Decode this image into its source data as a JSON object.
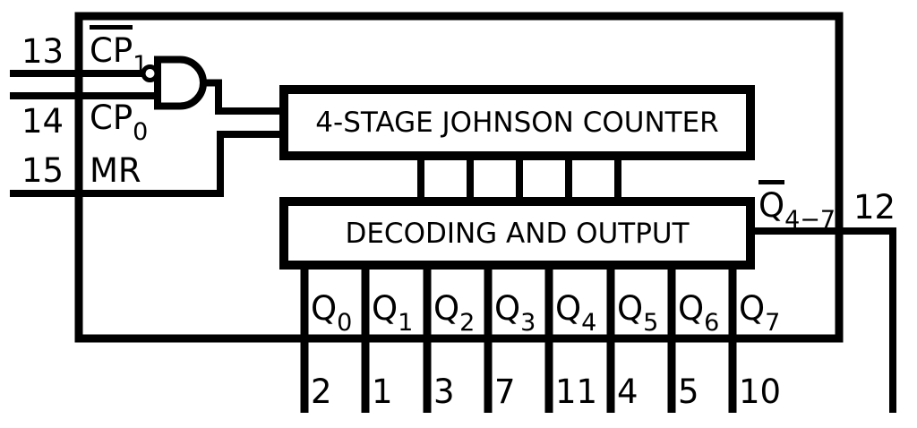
{
  "left_pins": [
    {
      "number": "13",
      "label_base": "CP",
      "label_sub": "1",
      "overline": true
    },
    {
      "number": "14",
      "label_base": "CP",
      "label_sub": "0",
      "overline": false
    },
    {
      "number": "15",
      "label_base": "MR",
      "label_sub": "",
      "overline": false
    }
  ],
  "blocks": {
    "counter_label": "4-STAGE JOHNSON COUNTER",
    "decoder_label": "DECODING AND OUTPUT"
  },
  "outputs": [
    {
      "base": "Q",
      "sub": "0",
      "pin": "2"
    },
    {
      "base": "Q",
      "sub": "1",
      "pin": "1"
    },
    {
      "base": "Q",
      "sub": "2",
      "pin": "3"
    },
    {
      "base": "Q",
      "sub": "3",
      "pin": "7"
    },
    {
      "base": "Q",
      "sub": "4",
      "pin": "11"
    },
    {
      "base": "Q",
      "sub": "5",
      "pin": "4"
    },
    {
      "base": "Q",
      "sub": "6",
      "pin": "5"
    },
    {
      "base": "Q",
      "sub": "7",
      "pin": "10"
    }
  ],
  "carry": {
    "base": "Q",
    "sub": "4−7",
    "overline": true,
    "pin": "12"
  },
  "colors": {
    "ink": "#000000",
    "paper": "#ffffff"
  }
}
